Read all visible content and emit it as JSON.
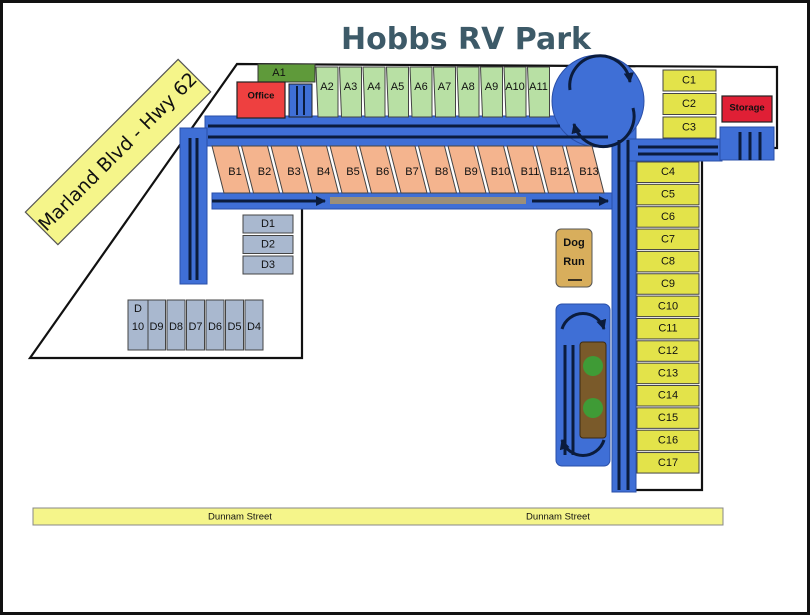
{
  "title": "Hobbs RV Park",
  "highway": "Marland Blvd - Hwy 62",
  "street": {
    "left": "Dunnam Street",
    "right": "Dunnam Street"
  },
  "buildings": {
    "office": "Office",
    "storage": "Storage",
    "dog_run_line1": "Dog",
    "dog_run_line2": "Run"
  },
  "sites": {
    "a1": "A1",
    "a": [
      "A2",
      "A3",
      "A4",
      "A5",
      "A6",
      "A7",
      "A8",
      "A9",
      "A10",
      "A11"
    ],
    "b": [
      "B1",
      "B2",
      "B3",
      "B4",
      "B5",
      "B6",
      "B7",
      "B8",
      "B9",
      "B10",
      "B11",
      "B12",
      "B13"
    ],
    "c_top": [
      "C1",
      "C2",
      "C3"
    ],
    "c_side": [
      "C4",
      "C5",
      "C6",
      "C7",
      "C8",
      "C9",
      "C10",
      "C11",
      "C12",
      "C13",
      "C14",
      "C15",
      "C16",
      "C17"
    ],
    "d_stack": [
      "D1",
      "D2",
      "D3"
    ],
    "d_row": [
      "D4",
      "D5",
      "D6",
      "D7",
      "D8",
      "D9"
    ],
    "d10_line1": "D",
    "d10_line2": "10"
  },
  "colors": {
    "road": "#3f6fd6",
    "a_sites": "#b8e0a4",
    "a1": "#5f9a3a",
    "b_sites": "#f4b48e",
    "c_sites": "#e3e34a",
    "d_sites": "#a9b8cf",
    "office": "#ee4040",
    "storage": "#e01f35",
    "dog_run": "#d8ae5c",
    "highway_sign": "#f5f58a",
    "street_band": "#f5f58a"
  }
}
